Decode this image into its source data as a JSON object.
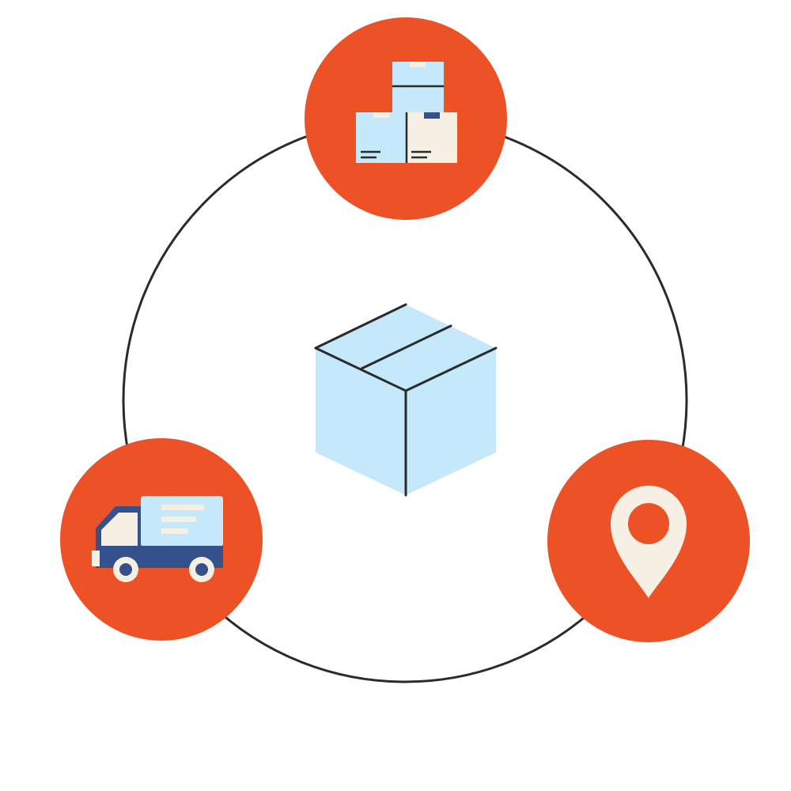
{
  "colors": {
    "background": "#ffffff",
    "ring_stroke": "#2b2b2b",
    "node_fill": "#ec5226",
    "box_light_blue": "#c5e8fb",
    "box_line": "#2b2b2b",
    "cream": "#f6efe4",
    "navy": "#34518c"
  },
  "diagram": {
    "type": "cycle",
    "center_icon": "package-box-icon",
    "nodes": [
      {
        "id": "warehouse",
        "icon": "stacked-boxes-icon"
      },
      {
        "id": "location",
        "icon": "location-pin-icon"
      },
      {
        "id": "delivery",
        "icon": "delivery-truck-icon"
      }
    ]
  }
}
